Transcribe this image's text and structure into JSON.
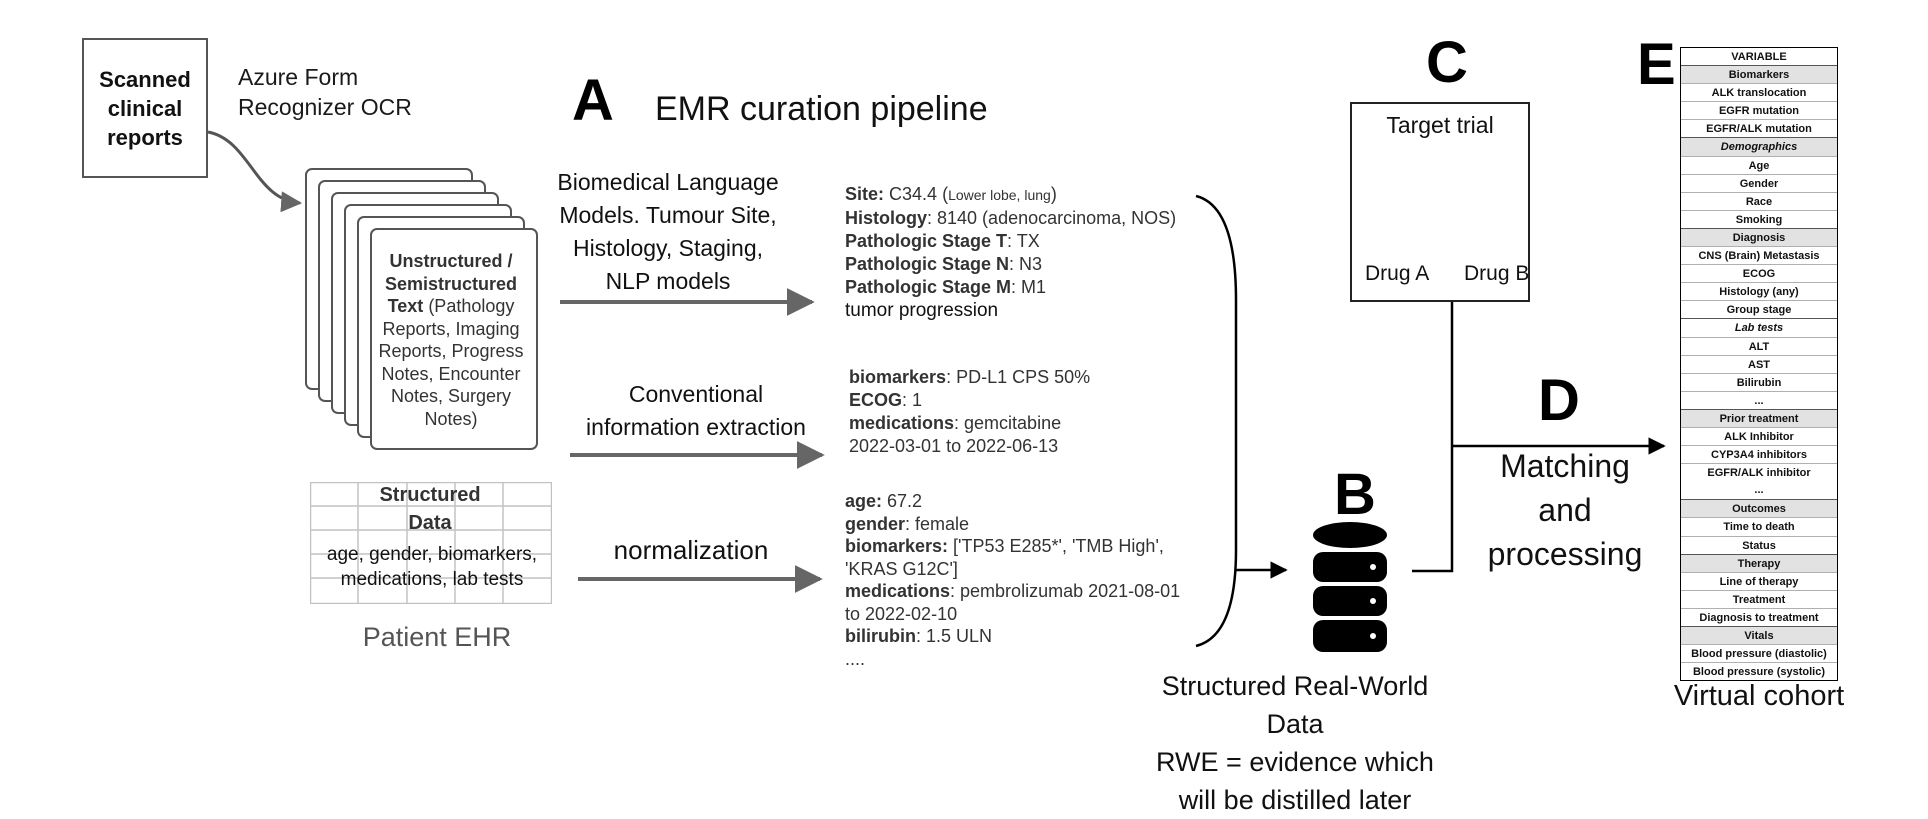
{
  "panel_letters": {
    "a": "A",
    "b": "B",
    "c": "C",
    "d": "D",
    "e": "E"
  },
  "left": {
    "scanned_label": "Scanned clinical reports",
    "ocr_label": [
      "Azure Form",
      "Recognizer OCR"
    ],
    "unstructured_bold": "Unstructured / Semistructured Text",
    "unstructured_rest": "(Pathology Reports, Imaging Reports, Progress Notes, Encounter Notes, Surgery Notes)",
    "structured_title": [
      "Structured",
      "Data"
    ],
    "structured_body": [
      "age, gender, biomarkers,",
      "medications, lab tests"
    ],
    "patient_ehr": "Patient EHR"
  },
  "pipeline": {
    "title": "EMR curation pipeline",
    "method1": [
      "Biomedical Language",
      "Models. Tumour Site,",
      "Histology, Staging,",
      "NLP models"
    ],
    "method2": [
      "Conventional",
      "information extraction"
    ],
    "method3": "normalization",
    "example1": {
      "site_key": "Site:",
      "site_val": "C34.4 (",
      "site_small": "Lower lobe, lung",
      "site_end": ")",
      "histology_key": "Histology",
      "histology_val": ": 8140 (adenocarcinoma, NOS)",
      "stage_t_key": "Pathologic Stage T",
      "stage_t_val": ": TX",
      "stage_n_key": "Pathologic Stage N",
      "stage_n_val": ": N3",
      "stage_m_key": "Pathologic Stage M",
      "stage_m_val": ": M1",
      "last": "tumor progression"
    },
    "example2": {
      "biomarkers_key": "biomarkers",
      "biomarkers_val": ": PD-L1 CPS 50%",
      "ecog_key": "ECOG",
      "ecog_val": ": 1",
      "medications_key": "medications",
      "medications_val": ": gemcitabine",
      "dates": "2022-03-01 to 2022-06-13"
    },
    "example3": {
      "age_key": "age:",
      "age_val": " 67.2",
      "gender_key": "gender",
      "gender_val": ": female",
      "biomarkers_key": "biomarkers:",
      "biomarkers_val1": " ['TP53 E285*', 'TMB High',",
      "biomarkers_val2": "'KRAS G12C']",
      "medications_key": "medications",
      "medications_val1": ": pembrolizumab 2021-08-01",
      "medications_val2": "to 2022-02-10",
      "bilirubin_key": "bilirubin",
      "bilirubin_val": ": 1.5 ULN",
      "ellipsis": "...."
    }
  },
  "rwd_caption": [
    "Structured Real-World Data",
    "RWE = evidence which",
    "will be distilled later"
  ],
  "target_trial": {
    "title": "Target trial",
    "drug_a": "Drug A",
    "drug_b": "Drug B"
  },
  "matching": [
    "Matching",
    "and",
    "processing"
  ],
  "variables": [
    {
      "label": "VARIABLE",
      "kind": "header"
    },
    {
      "label": "Biomarkers",
      "kind": "category"
    },
    {
      "label": "ALK translocation",
      "kind": "item"
    },
    {
      "label": "EGFR mutation",
      "kind": "item"
    },
    {
      "label": "EGFR/ALK mutation",
      "kind": "item"
    },
    {
      "label": "Demographics",
      "kind": "category-italic"
    },
    {
      "label": "Age",
      "kind": "item"
    },
    {
      "label": "Gender",
      "kind": "item"
    },
    {
      "label": "Race",
      "kind": "item"
    },
    {
      "label": "Smoking",
      "kind": "item"
    },
    {
      "label": "Diagnosis",
      "kind": "category"
    },
    {
      "label": "CNS (Brain) Metastasis",
      "kind": "item"
    },
    {
      "label": "ECOG",
      "kind": "item"
    },
    {
      "label": "Histology (any)",
      "kind": "item"
    },
    {
      "label": "Group stage",
      "kind": "item"
    },
    {
      "label": "Lab tests",
      "kind": "subheader-italic"
    },
    {
      "label": "ALT",
      "kind": "item"
    },
    {
      "label": "AST",
      "kind": "item"
    },
    {
      "label": "Bilirubin",
      "kind": "item"
    },
    {
      "label": "...",
      "kind": "item"
    },
    {
      "label": "Prior treatment",
      "kind": "category"
    },
    {
      "label": "ALK Inhibitor",
      "kind": "item"
    },
    {
      "label": "CYP3A4 inhibitors",
      "kind": "item"
    },
    {
      "label": "EGFR/ALK inhibitor",
      "kind": "item"
    },
    {
      "label": "...",
      "kind": "item-topless"
    },
    {
      "label": "Outcomes",
      "kind": "category"
    },
    {
      "label": "Time to death",
      "kind": "item"
    },
    {
      "label": "Status",
      "kind": "item"
    },
    {
      "label": "Therapy",
      "kind": "category"
    },
    {
      "label": "Line of therapy",
      "kind": "item"
    },
    {
      "label": "Treatment",
      "kind": "item"
    },
    {
      "label": "Diagnosis to treatment",
      "kind": "item"
    },
    {
      "label": "Vitals",
      "kind": "category"
    },
    {
      "label": "Blood pressure (diastolic)",
      "kind": "item"
    },
    {
      "label": "Blood pressure (systolic)",
      "kind": "item"
    }
  ],
  "cohort_label": "Virtual cohort"
}
